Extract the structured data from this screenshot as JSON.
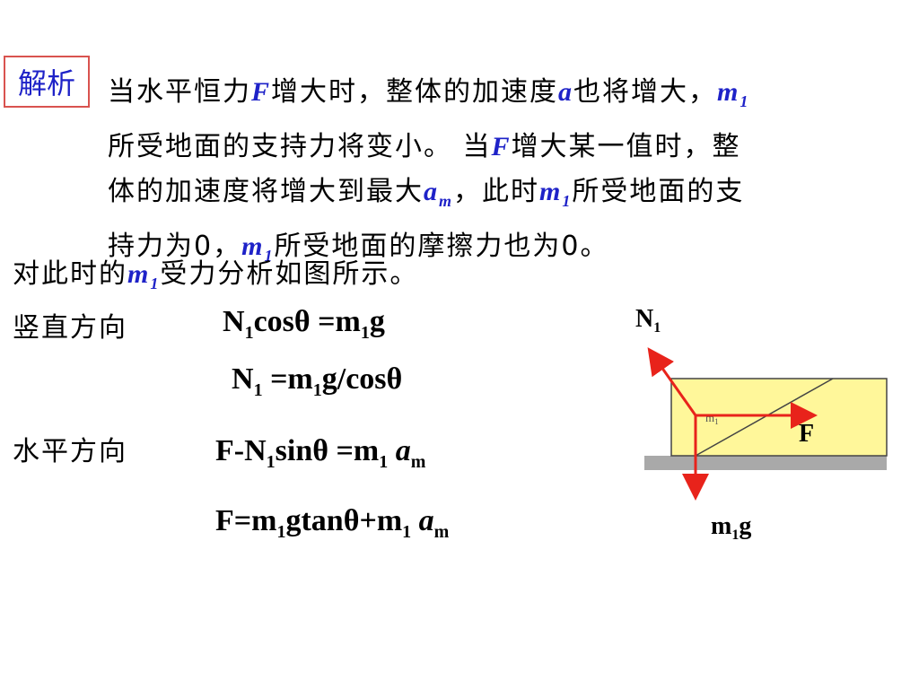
{
  "badge": "解析",
  "paragraph": {
    "l1_a": "当水平恒力",
    "l1_F": "F",
    "l1_b": "增大时，整体的加速度",
    "l1_a_sym": "a",
    "l1_c": "也将增大，",
    "l1_m": "m",
    "l1_m_sub": "1",
    "l2_a": "所受地面的支持力将变小。 当",
    "l2_F": "F",
    "l2_b": "增大某一值时，整",
    "l3_a": "体的加速度将增大到最大",
    "l3_am": "a",
    "l3_am_sub": "m",
    "l3_b": "，此时",
    "l3_m": "m",
    "l3_m_sub": "1",
    "l3_c": "所受地面的支",
    "l4_a": "持力为0，",
    "l4_m": "m",
    "l4_m_sub": "1",
    "l4_b": "所受地面的摩擦力也为0。"
  },
  "analysis": {
    "a": "对此时的",
    "m": "m",
    "m_sub": "1",
    "b": "受力分析如图所示。"
  },
  "vertical_label": "竖直方向",
  "horizontal_label": "水平方向",
  "eq1": {
    "n": "N",
    "n_sub": "1",
    "mid": "cosθ =m",
    "m_sub": "1",
    "end": "g"
  },
  "eq2": {
    "n": "N",
    "n_sub": "1",
    "mid": " =m",
    "m_sub": "1",
    "end": "g/cosθ"
  },
  "eq3": {
    "a": "F-N",
    "n_sub": "1",
    "mid": "sinθ =m",
    "m_sub": "1",
    "am": "a",
    "am_sub": "m"
  },
  "eq4": {
    "a": "F=m",
    "m_sub": "1",
    "mid": "gtanθ+m",
    "m_sub2": "1",
    "am": "a",
    "am_sub": "m"
  },
  "diagram": {
    "n1_label": "N",
    "n1_sub": "1",
    "f_label": "F",
    "block_m": "m",
    "block_m_sub": "1",
    "mg_label": "m",
    "mg_sub": "1",
    "mg_end": "g",
    "block_color": "#fff79a",
    "arrow_color": "#e8231b",
    "ground_color": "#a9a9a9"
  }
}
